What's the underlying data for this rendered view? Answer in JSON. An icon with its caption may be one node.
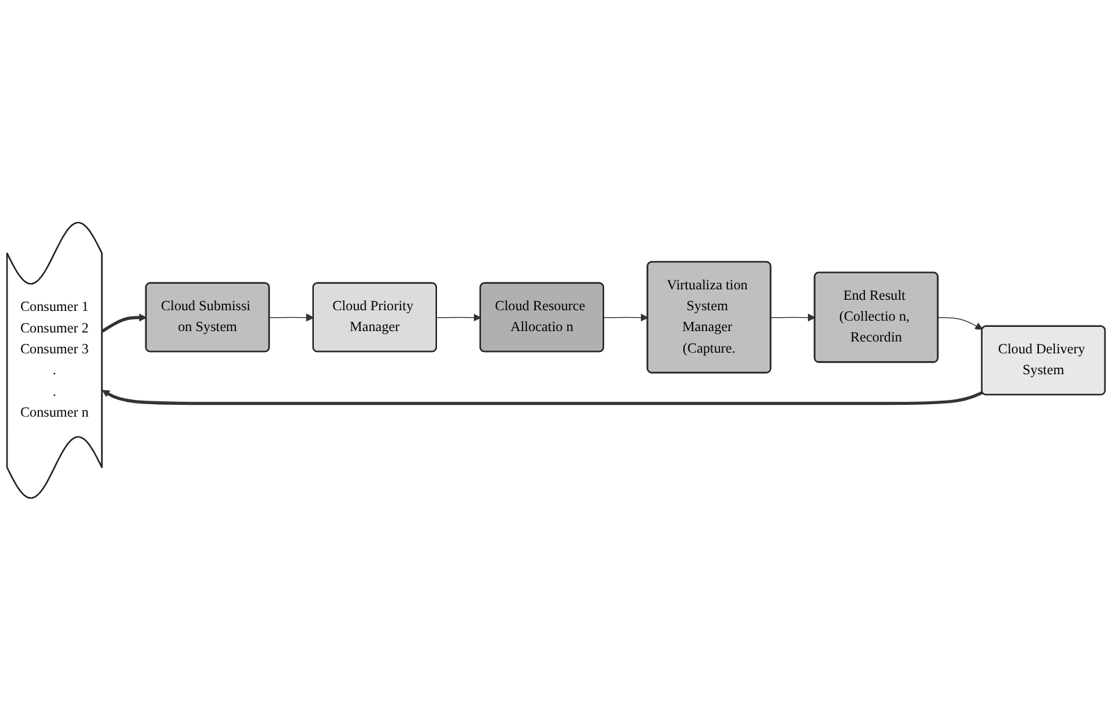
{
  "diagram": {
    "nodes": [
      {
        "text": [
          "Consumer 1",
          "Consumer 2",
          "Consumer 3",
          ".",
          ".",
          "Consumer n"
        ]
      },
      {
        "text": [
          "Cloud Submissi on System"
        ]
      },
      {
        "text": [
          "Cloud Priority Manager"
        ]
      },
      {
        "text": [
          "Cloud Resource Allocatio n"
        ]
      },
      {
        "text": [
          "Virtualiza tion System Manager (Capture."
        ]
      },
      {
        "text": [
          "End Result (Collectio n, Recordin"
        ]
      },
      {
        "text": [
          "Cloud Delivery System"
        ]
      }
    ],
    "edges": [
      {
        "from": 0,
        "to": 1,
        "arrow": "to",
        "style": "thick"
      },
      {
        "from": 1,
        "to": 2,
        "arrow": "to"
      },
      {
        "from": 2,
        "to": 3,
        "arrow": "to"
      },
      {
        "from": 3,
        "to": 4,
        "arrow": "to"
      },
      {
        "from": 4,
        "to": 5,
        "arrow": "to"
      },
      {
        "from": 5,
        "to": 6,
        "arrow": "to"
      },
      {
        "from": 6,
        "to": 0,
        "arrow": "to",
        "style": "thick"
      }
    ]
  }
}
